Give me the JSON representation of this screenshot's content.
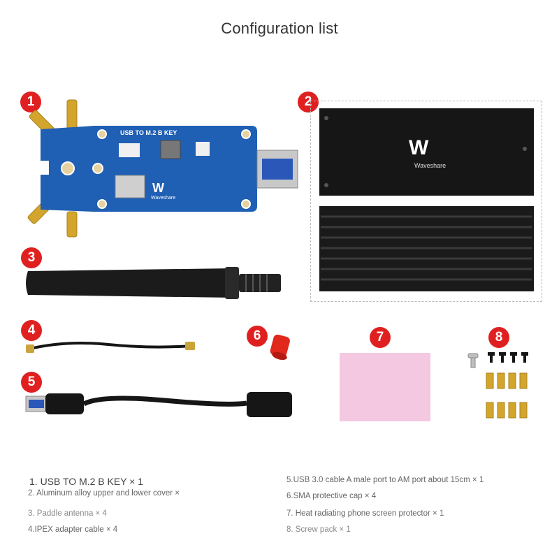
{
  "title": "Configuration list",
  "badges": [
    "1",
    "2",
    "3",
    "4",
    "5",
    "6",
    "7",
    "8"
  ],
  "board": {
    "label": "USB TO M.2 B KEY",
    "brand": "Waveshare"
  },
  "case": {
    "brand": "Waveshare"
  },
  "items": {
    "i1": "1.  USB TO M.2 B KEY × 1",
    "i2": "2. Aluminum alloy upper and lower cover ×",
    "i3": "3. Paddle antenna × 4",
    "i4": "4.IPEX adapter cable × 4",
    "i5": "5.USB 3.0 cable A male port to AM port about 15cm × 1",
    "i6": "6.SMA protective cap × 4",
    "i7": "7. Heat radiating phone screen protector × 1",
    "i8": "8. Screw pack × 1"
  },
  "colors": {
    "badge": "#e02020",
    "pcb": "#1f5fb4",
    "gold": "#d4a52c",
    "pad": "#f4c8e0",
    "cap": "#e0281c"
  }
}
